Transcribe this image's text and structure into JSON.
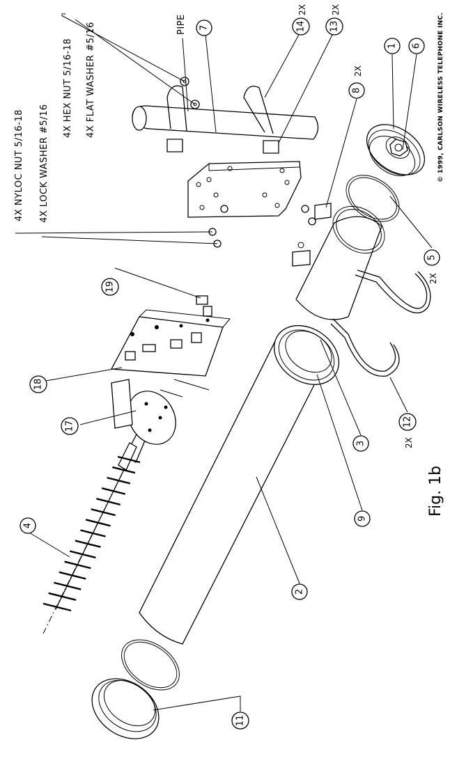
{
  "callouts": {
    "nyloc_nut": "4X NYLOC NUT 5/16-18",
    "lock_washer": "4X LOCK WASHER #5/16",
    "hex_nut": "4X HEX NUT 5/16-18",
    "flat_washer": "4X FLAT WASHER #5/16",
    "pipe": "PIPE"
  },
  "items": [
    {
      "num": "1",
      "mult": ""
    },
    {
      "num": "2",
      "mult": ""
    },
    {
      "num": "3",
      "mult": ""
    },
    {
      "num": "4",
      "mult": ""
    },
    {
      "num": "5",
      "mult": "2X"
    },
    {
      "num": "6",
      "mult": ""
    },
    {
      "num": "7",
      "mult": ""
    },
    {
      "num": "8",
      "mult": "2X"
    },
    {
      "num": "9",
      "mult": ""
    },
    {
      "num": "11",
      "mult": ""
    },
    {
      "num": "12",
      "mult": "2X"
    },
    {
      "num": "13",
      "mult": "2X"
    },
    {
      "num": "14",
      "mult": "2X"
    },
    {
      "num": "17",
      "mult": ""
    },
    {
      "num": "18",
      "mult": ""
    },
    {
      "num": "19",
      "mult": ""
    }
  ],
  "figure_label": "Fig. 1b",
  "copyright": "© 1999, CARLSON WIRELESS TELEPHONE INC."
}
